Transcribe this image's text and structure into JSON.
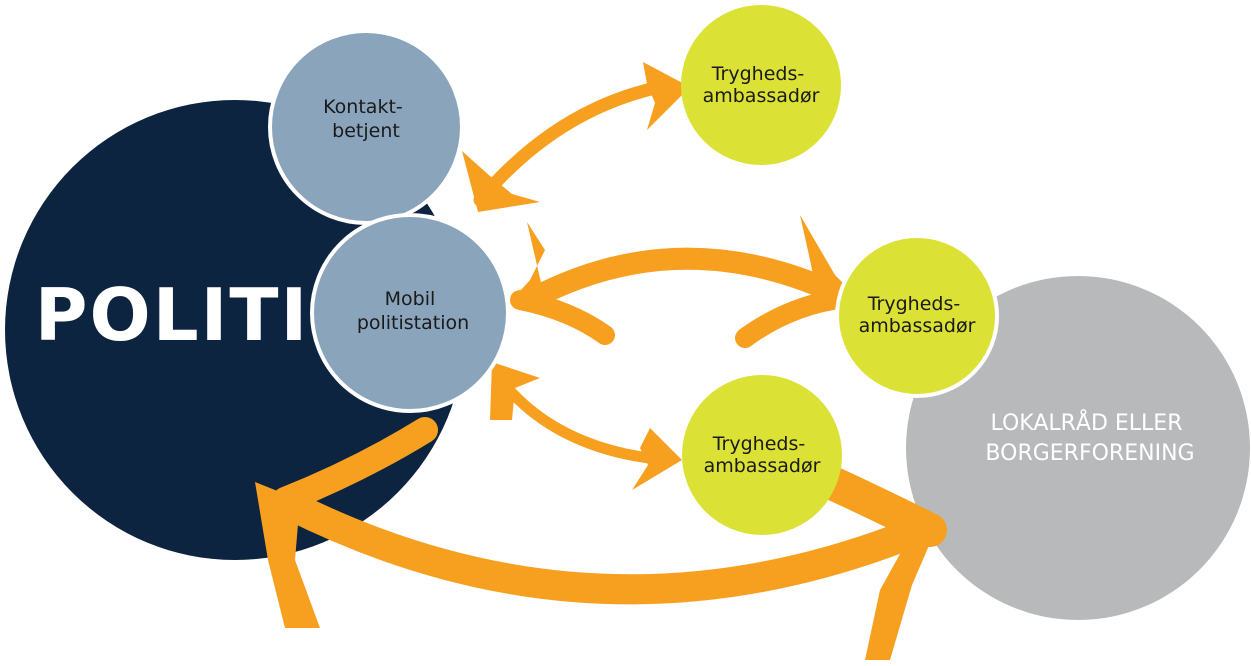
{
  "colors": {
    "politi": "#0d2440",
    "politi_unit": "#8aa4bc",
    "ambassador": "#dbe135",
    "council": "#b8b9bb",
    "arrow": "#f7a020"
  },
  "nodes": {
    "politi": {
      "label": "POLITI"
    },
    "contact_officer": {
      "lines": [
        "Kontakt-",
        "betjent"
      ]
    },
    "mobile_station": {
      "lines": [
        "Mobil",
        "politistation"
      ]
    },
    "ambassador_top": {
      "lines": [
        "Trygheds-",
        "ambassadør"
      ]
    },
    "ambassador_middle": {
      "lines": [
        "Trygheds-",
        "ambassadør"
      ]
    },
    "ambassador_bottom": {
      "lines": [
        "Trygheds-",
        "ambassadør"
      ]
    },
    "local_council": {
      "lines": [
        "LOKALRÅD ELLER",
        "BORGERFORENING"
      ]
    }
  },
  "connections": [
    {
      "from": "contact_officer",
      "to": "ambassador_top",
      "direction": "both"
    },
    {
      "from": "mobile_station",
      "to": "ambassador_middle",
      "direction": "both"
    },
    {
      "from": "mobile_station",
      "to": "ambassador_bottom",
      "direction": "both"
    },
    {
      "from": "politi",
      "to": "local_council",
      "direction": "both"
    }
  ]
}
